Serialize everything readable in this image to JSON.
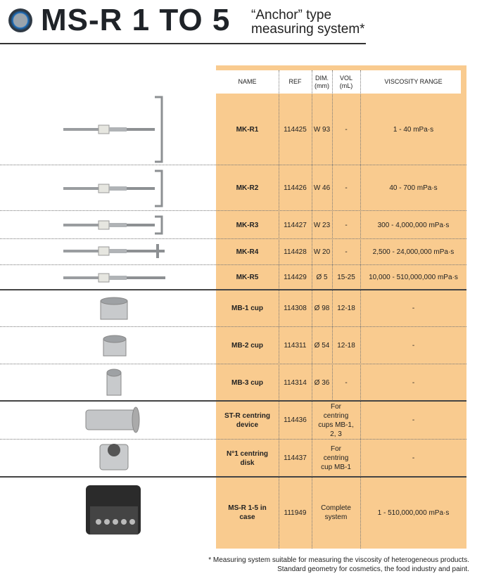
{
  "header": {
    "title": "MS-R 1 TO 5",
    "subtitle_line1": "“Anchor” type",
    "subtitle_line2": "measuring system*"
  },
  "columns": [
    "NAME",
    "REF",
    "DIM. (mm)",
    "VOL (mL)",
    "VISCOSITY RANGE"
  ],
  "rows": [
    {
      "name": "MK-R1",
      "ref": "114425",
      "dim": "W 93",
      "vol": "-",
      "visc": "1 - 40 mPa·s"
    },
    {
      "name": "MK-R2",
      "ref": "114426",
      "dim": "W 46",
      "vol": "-",
      "visc": "40 - 700 mPa·s"
    },
    {
      "name": "MK-R3",
      "ref": "114427",
      "dim": "W 23",
      "vol": "-",
      "visc": "300 - 4,000,000 mPa·s"
    },
    {
      "name": "MK-R4",
      "ref": "114428",
      "dim": "W 20",
      "vol": "-",
      "visc": "2,500 - 24,000,000 mPa·s"
    },
    {
      "name": "MK-R5",
      "ref": "114429",
      "dim": "Ø 5",
      "vol": "15-25",
      "visc": "10,000 - 510,000,000 mPa·s"
    },
    {
      "name": "MB-1 cup",
      "ref": "114308",
      "dim": "Ø 98",
      "vol": "12-18",
      "visc": "-"
    },
    {
      "name": "MB-2 cup",
      "ref": "114311",
      "dim": "Ø 54",
      "vol": "12-18",
      "visc": "-"
    },
    {
      "name": "MB-3 cup",
      "ref": "114314",
      "dim": "Ø 36",
      "vol": "-",
      "visc": "-"
    },
    {
      "name": "ST-R centring device",
      "ref": "114436",
      "dimvol": "For centring cups MB-1, 2, 3",
      "visc": "-"
    },
    {
      "name": "N°1 centring disk",
      "ref": "114437",
      "dimvol": "For centring cup MB-1",
      "visc": "-"
    },
    {
      "name": "MS-R 1-5 in case",
      "ref": "111949",
      "dimvol": "Complete system",
      "visc": "1 - 510,000,000 mPa·s"
    }
  ],
  "footnote_line1": "* Measuring system suitable for measuring the viscosity of heterogeneous products.",
  "footnote_line2": "Standard geometry for cosmetics, the food industry and paint.",
  "colors": {
    "panel": "#f9cb8f",
    "title": "#1f2328"
  }
}
